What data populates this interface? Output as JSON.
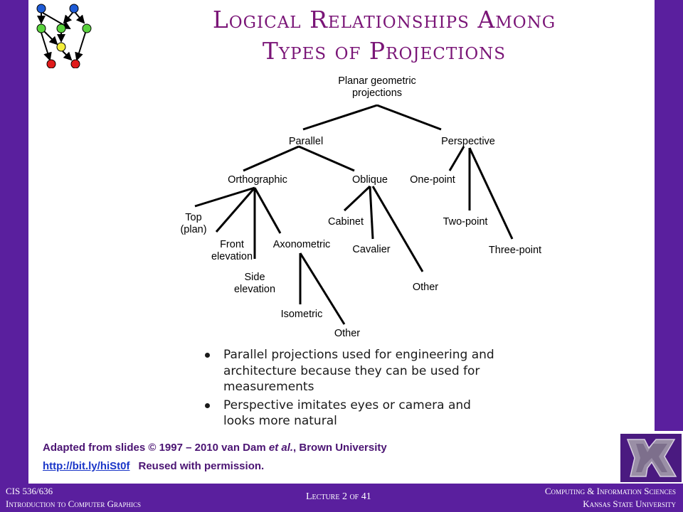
{
  "slide": {
    "title_line1": "Logical Relationships Among",
    "title_line2": "Types of Projections",
    "colors": {
      "purple": "#5a1f9e",
      "title": "#7a1577",
      "credit": "#4b1473",
      "link": "#1a36c8"
    }
  },
  "tree": {
    "root_line1": "Planar geometric",
    "root_line2": "projections",
    "parallel": "Parallel",
    "perspective": "Perspective",
    "orthographic": "Orthographic",
    "oblique": "Oblique",
    "one_point": "One-point",
    "two_point": "Two-point",
    "three_point": "Three-point",
    "top_line1": "Top",
    "top_line2": "(plan)",
    "front_line1": "Front",
    "front_line2": "elevation",
    "side_line1": "Side",
    "side_line2": "elevation",
    "axonometric": "Axonometric",
    "isometric": "Isometric",
    "axo_other": "Other",
    "cabinet": "Cabinet",
    "cavalier": "Cavalier",
    "oblique_other": "Other"
  },
  "bullets": [
    {
      "line1": "Parallel projections used for engineering and",
      "line2": "architecture because they can be used for",
      "line3": "measurements"
    },
    {
      "line1": "Perspective imitates eyes or camera and",
      "line2": "looks more natural"
    }
  ],
  "credit": {
    "line1_a": "Adapted from slides © 1997 – 2010 van Dam ",
    "line1_b": "et al.",
    "line1_c": ", Brown University",
    "link": "http://bit.ly/hiSt0f",
    "line2": "Reused with permission."
  },
  "footer": {
    "course": "CIS 536/636",
    "course_name": "Introduction to Computer Graphics",
    "lecture": "Lecture 2 of 41",
    "dept": "Computing & Information Sciences",
    "university": "Kansas State University"
  },
  "icons": {
    "logo_graph": "graph-logo-icon",
    "ksu_logo": "wildcat-logo-icon"
  }
}
